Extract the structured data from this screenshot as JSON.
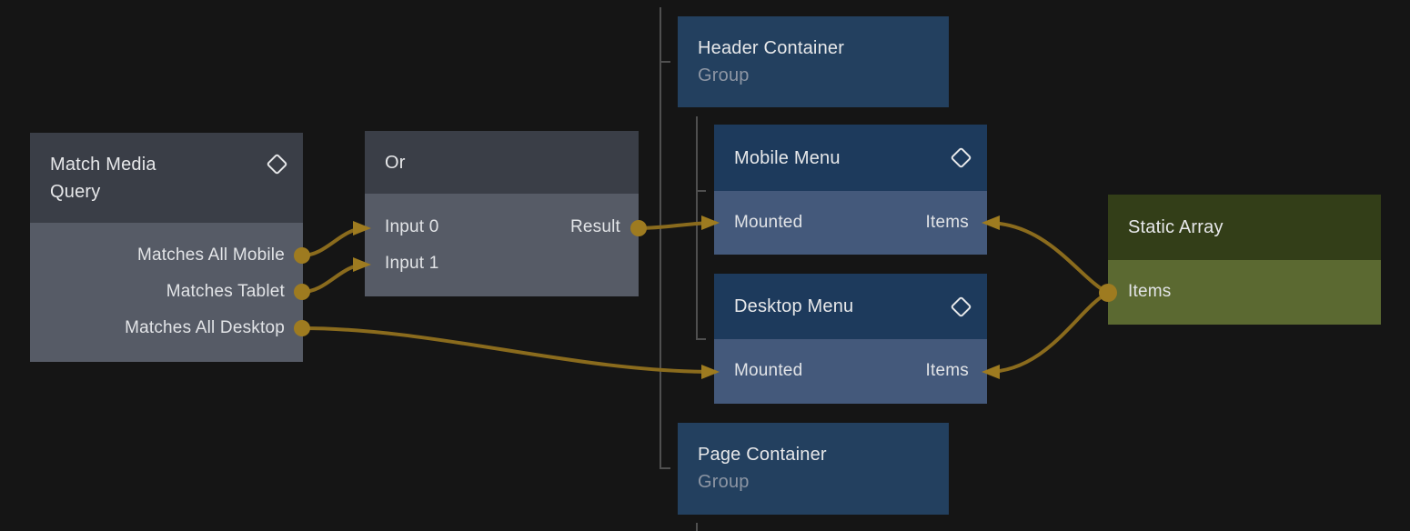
{
  "canvas": {
    "background": "#151515"
  },
  "colors": {
    "wire": "#8a6b1d",
    "connector": "#9e7b20",
    "tree_line": "#4f4f4f",
    "neutral_node_header": "#3a3e47",
    "neutral_node_body": "#565b66",
    "group_node": "#23405f",
    "component_node_header": "#1d3a5c",
    "component_node_body": "#44597b",
    "array_node_header": "#333e18",
    "array_node_body": "#5b6931"
  },
  "nodes": [
    {
      "id": "match-media-query",
      "title": "Match Media Query",
      "icon": "diamond-icon",
      "ports": [
        {
          "label": "Matches All Mobile",
          "side": "right",
          "kind": "output"
        },
        {
          "label": "Matches Tablet",
          "side": "right",
          "kind": "output"
        },
        {
          "label": "Matches All Desktop",
          "side": "right",
          "kind": "output"
        }
      ]
    },
    {
      "id": "or",
      "title": "Or",
      "ports": [
        {
          "label": "Input 0",
          "side": "left",
          "kind": "input"
        },
        {
          "label": "Result",
          "side": "right",
          "kind": "output"
        },
        {
          "label": "Input 1",
          "side": "left",
          "kind": "input"
        }
      ]
    },
    {
      "id": "header-container",
      "title": "Header Container",
      "subtitle": "Group"
    },
    {
      "id": "mobile-menu",
      "title": "Mobile Menu",
      "icon": "diamond-icon",
      "ports": [
        {
          "label": "Mounted",
          "side": "left",
          "kind": "input"
        },
        {
          "label": "Items",
          "side": "right",
          "kind": "input"
        }
      ]
    },
    {
      "id": "desktop-menu",
      "title": "Desktop Menu",
      "icon": "diamond-icon",
      "ports": [
        {
          "label": "Mounted",
          "side": "left",
          "kind": "input"
        },
        {
          "label": "Items",
          "side": "right",
          "kind": "input"
        }
      ]
    },
    {
      "id": "page-container",
      "title": "Page Container",
      "subtitle": "Group"
    },
    {
      "id": "static-array",
      "title": "Static Array",
      "ports": [
        {
          "label": "Items",
          "side": "left",
          "kind": "output"
        }
      ]
    }
  ],
  "connections": [
    {
      "from": "match-media-query.Matches All Mobile",
      "to": "or.Input 0"
    },
    {
      "from": "match-media-query.Matches Tablet",
      "to": "or.Input 1"
    },
    {
      "from": "match-media-query.Matches All Desktop",
      "to": "desktop-menu.Mounted"
    },
    {
      "from": "or.Result",
      "to": "mobile-menu.Mounted"
    },
    {
      "from": "static-array.Items",
      "to": "mobile-menu.Items"
    },
    {
      "from": "static-array.Items",
      "to": "desktop-menu.Items"
    }
  ],
  "hierarchy": {
    "header-container": [
      "mobile-menu",
      "desktop-menu"
    ],
    "page-container": []
  }
}
